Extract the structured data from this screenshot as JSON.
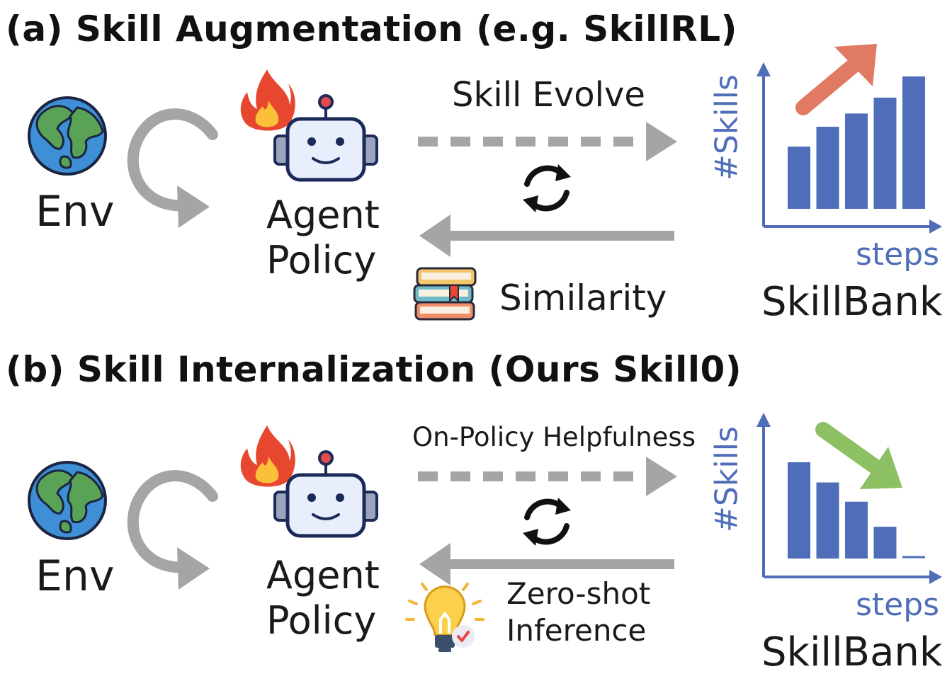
{
  "panel_a": {
    "title": "(a) Skill Augmentation (e.g. SkillRL)",
    "env_label": "Env",
    "agent_label_line1": "Agent",
    "agent_label_line2": "Policy",
    "top_arrow_label": "Skill Evolve",
    "bottom_arrow_label": "Similarity",
    "y_axis_label": "#Skills",
    "x_axis_label": "steps",
    "chart_label": "SkillBank",
    "trend": "increasing",
    "trend_arrow_color": "#e07a63",
    "bar_values": [
      0.47,
      0.62,
      0.72,
      0.84,
      1.0
    ],
    "icons": [
      "globe-icon",
      "cycle-arrow-icon",
      "fire-icon",
      "robot-icon",
      "sync-icon",
      "books-icon",
      "trend-up-arrow-icon"
    ]
  },
  "panel_b": {
    "title": "(b) Skill Internalization (Ours Skill0)",
    "env_label": "Env",
    "agent_label_line1": "Agent",
    "agent_label_line2": "Policy",
    "top_arrow_label": "On-Policy Helpfulness",
    "bottom_arrow_label_line1": "Zero-shot",
    "bottom_arrow_label_line2": "Inference",
    "y_axis_label": "#Skills",
    "x_axis_label": "steps",
    "chart_label": "SkillBank",
    "trend": "decreasing",
    "trend_arrow_color": "#8cc063",
    "bar_values": [
      1.0,
      0.79,
      0.59,
      0.33,
      0.0
    ],
    "icons": [
      "globe-icon",
      "cycle-arrow-icon",
      "fire-icon",
      "robot-icon",
      "sync-icon",
      "lightbulb-icon",
      "trend-down-arrow-icon"
    ]
  },
  "colors": {
    "bar": "#4f6db8",
    "axis": "#4f6db8",
    "arrow_gray": "#a5a5a5",
    "globe_ocean": "#3e8fd6",
    "globe_land": "#5aa356",
    "robot_face": "#e8eefc",
    "robot_outline": "#1c2a5a",
    "robot_side": "#9aa5bd",
    "antenna": "#e04b4b",
    "fire_outer": "#e8472f",
    "fire_inner": "#fbbf3a"
  }
}
